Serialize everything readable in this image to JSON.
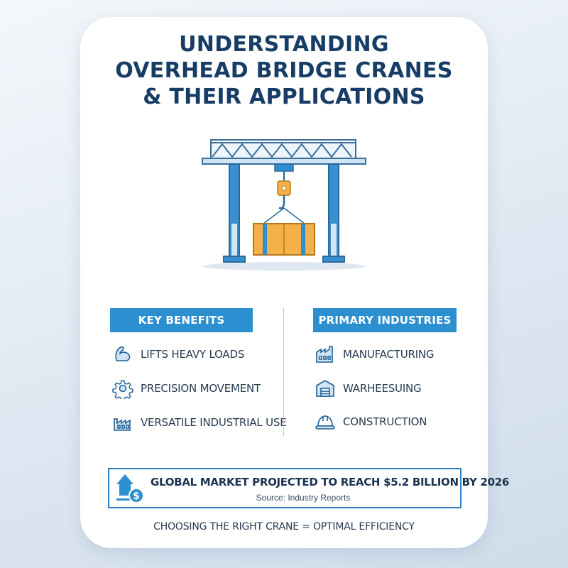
{
  "title": {
    "line1": "UNDERSTANDING",
    "line2": "OVERHEAD BRIDGE CRANES",
    "line3": "& THEIR APPLICATIONS"
  },
  "benefits": {
    "heading": "KEY BENEFITS",
    "items": [
      {
        "label": "LIFTS HEAVY LOADS",
        "icon": "flexed-arm-icon"
      },
      {
        "label": "PRECISION MOVEMENT",
        "icon": "gear-icon"
      },
      {
        "label": "VERSATILE INDUSTRIAL USE",
        "icon": "factory-icon"
      }
    ]
  },
  "industries": {
    "heading": "PRIMARY INDUSTRIES",
    "items": [
      {
        "label": "MANUFACTURING",
        "icon": "factory-icon"
      },
      {
        "label": "WARHEESUING",
        "icon": "warehouse-icon"
      },
      {
        "label": "CONSTRUCTION",
        "icon": "hard-hat-icon"
      }
    ]
  },
  "market": {
    "headline": "GLOBAL MARKET PROJECTED TO REACH $5.2 BILLION BY 2026",
    "source": "Source: Industry Reports",
    "icon": "growth-dollar-icon"
  },
  "tagline": "CHOOSING THE RIGHT CRANE = OPTIMAL EFFICIENCY",
  "colors": {
    "title": "#173d66",
    "accent": "#2b8fd0",
    "crane_blue": "#3a8fd0",
    "crane_light": "#cfe5f5",
    "load_orange": "#f6b04a",
    "text": "#273b52"
  }
}
